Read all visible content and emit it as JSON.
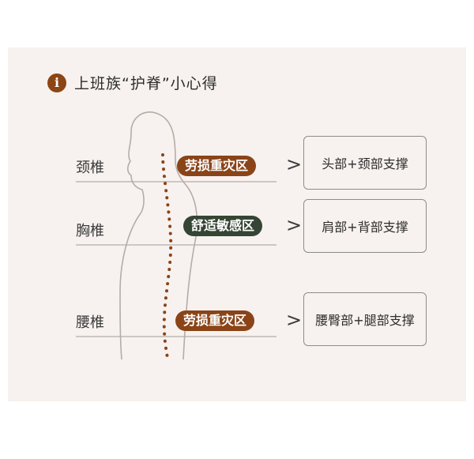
{
  "title": "上班族“护脊”小心得",
  "icon": "info-icon",
  "colors": {
    "brown": "#8a4418",
    "green": "#354535",
    "panel": "#f7f2ef"
  },
  "regions": [
    {
      "label": "颈椎",
      "tag": "劳损重灾区",
      "tag_color": "brown",
      "support": "头部+颈部支撑"
    },
    {
      "label": "胸椎",
      "tag": "舒适敏感区",
      "tag_color": "green",
      "support": "肩部+背部支撑"
    },
    {
      "label": "腰椎",
      "tag": "劳损重灾区",
      "tag_color": "brown",
      "support": "腰臀部+腿部支撑"
    }
  ]
}
